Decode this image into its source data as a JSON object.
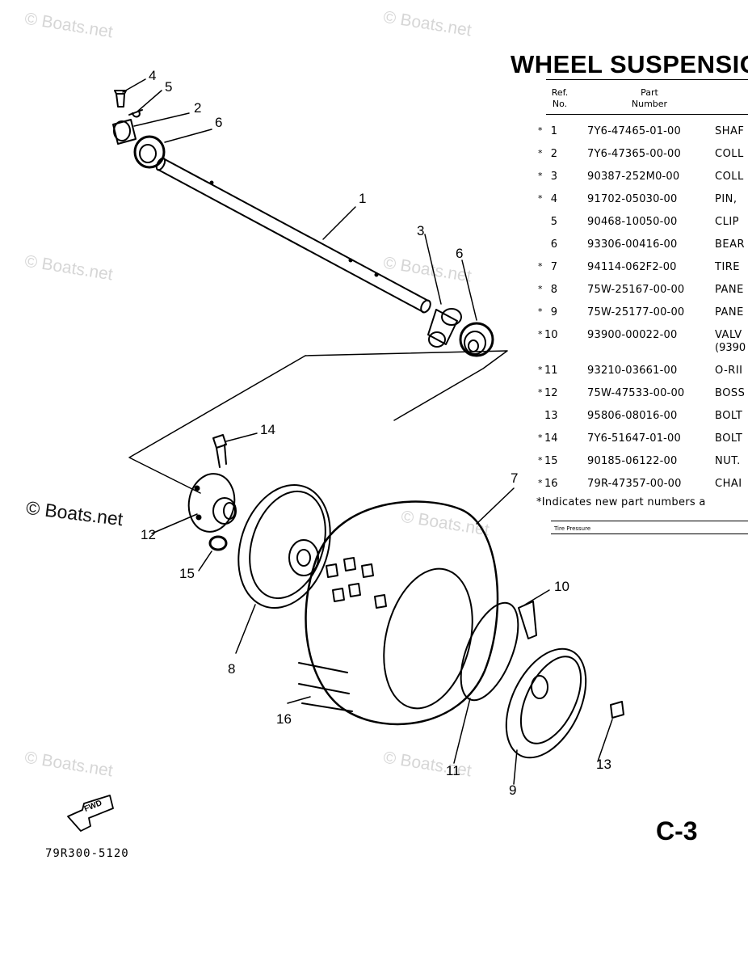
{
  "watermark": "© Boats.net",
  "title": "WHEEL SUSPENSIO",
  "table": {
    "header_ref": "Ref.\nNo.",
    "header_part": "Part\nNumber",
    "rows": [
      {
        "star": "*",
        "ref": "1",
        "part": "7Y6-47465-01-00",
        "desc": "SHAF"
      },
      {
        "star": "*",
        "ref": "2",
        "part": "7Y6-47365-00-00",
        "desc": "COLL"
      },
      {
        "star": "*",
        "ref": "3",
        "part": "90387-252M0-00",
        "desc": "COLL"
      },
      {
        "star": "*",
        "ref": "4",
        "part": "91702-05030-00",
        "desc": "PIN,"
      },
      {
        "star": "",
        "ref": "5",
        "part": "90468-10050-00",
        "desc": "CLIP"
      },
      {
        "star": "",
        "ref": "6",
        "part": "93306-00416-00",
        "desc": "BEAR"
      },
      {
        "star": "*",
        "ref": "7",
        "part": "94114-062F2-00",
        "desc": "TIRE"
      },
      {
        "star": "*",
        "ref": "8",
        "part": "75W-25167-00-00",
        "desc": "PANE"
      },
      {
        "star": "*",
        "ref": "9",
        "part": "75W-25177-00-00",
        "desc": "PANE"
      },
      {
        "star": "*",
        "ref": "10",
        "part": "93900-00022-00",
        "desc": "VALV",
        "desc2": "(9390"
      },
      {
        "star": "*",
        "ref": "11",
        "part": "93210-03661-00",
        "desc": "O-RII"
      },
      {
        "star": "*",
        "ref": "12",
        "part": "75W-47533-00-00",
        "desc": "BOSS"
      },
      {
        "star": "",
        "ref": "13",
        "part": "95806-08016-00",
        "desc": "BOLT"
      },
      {
        "star": "*",
        "ref": "14",
        "part": "7Y6-51647-01-00",
        "desc": "BOLT"
      },
      {
        "star": "*",
        "ref": "15",
        "part": "90185-06122-00",
        "desc": "NUT."
      },
      {
        "star": "*",
        "ref": "16",
        "part": "79R-47357-00-00",
        "desc": "CHAI"
      }
    ],
    "note": "*Indicates new part numbers a",
    "tire_pressure_label": "Tire Pressure"
  },
  "callouts": [
    "1",
    "2",
    "3",
    "4",
    "5",
    "6",
    "6",
    "7",
    "8",
    "9",
    "10",
    "11",
    "12",
    "13",
    "14",
    "15",
    "16"
  ],
  "fwd_label": "FWD",
  "page_code": "C-3",
  "drawing_number": "79R300-5120"
}
